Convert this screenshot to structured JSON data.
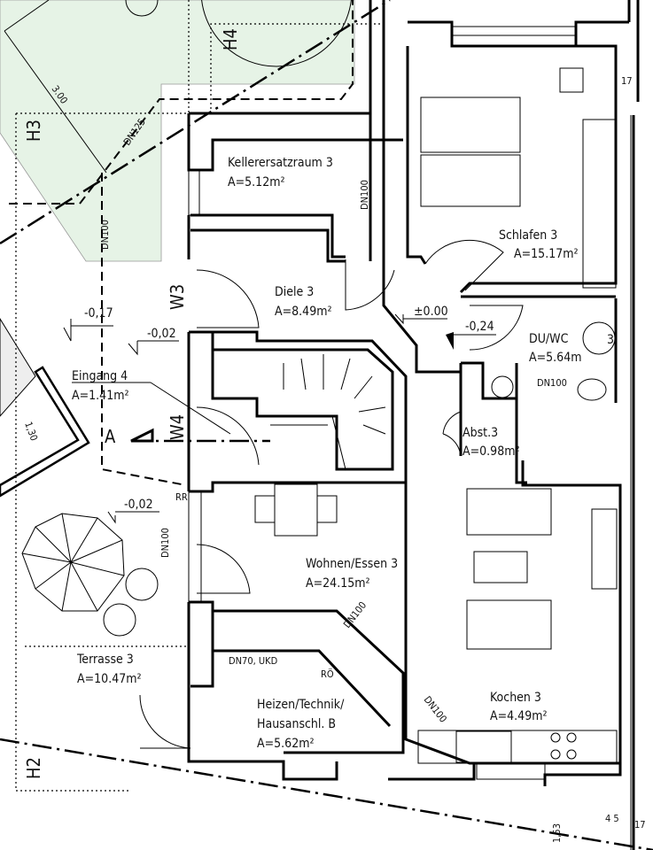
{
  "rooms": {
    "kellerersatzraum": {
      "name": "Kellerersatzraum  3",
      "area": "A=5.12m²"
    },
    "diele": {
      "name": "Diele  3",
      "area": "A=8.49m²"
    },
    "schlafen": {
      "name": "Schlafen  3",
      "area": "A=15.17m²"
    },
    "duwc": {
      "name": "DU/WC",
      "area": "A=5.64m"
    },
    "abst": {
      "name": "Abst.3",
      "area": "A=0.98m²"
    },
    "wohnen": {
      "name": "Wohnen/Essen  3",
      "area": "A=24.15m²"
    },
    "kochen": {
      "name": "Kochen  3",
      "area": "A=4.49m²"
    },
    "heizen": {
      "name1": "Heizen/Technik/",
      "name2": "Hausanschl.  B",
      "area": "A=5.62m²"
    },
    "terrasse": {
      "name": "Terrasse  3",
      "area": "A=10.47m²"
    },
    "eingang": {
      "name": "Eingang  4",
      "area": "A=1.41m²"
    }
  },
  "levels": {
    "l1": "-0,17",
    "l2": "-0,02",
    "l3": "-0,02",
    "l4": "±0.00",
    "l5": "-0,24"
  },
  "markers": {
    "w3": "W3",
    "w4": "W4",
    "a": "A",
    "h2": "H2",
    "h3": "H3",
    "h4": "H4",
    "du_num": "3"
  },
  "annotations": {
    "dim_300": "3.00",
    "dn125": "DN125",
    "dn100_a": "DN100",
    "dn100_b": "DN100",
    "dn100_c": "DN100",
    "dn100_d": "DN100",
    "dn100_e": "DN100",
    "dn100_f": "DN100",
    "dn70": "DN70,  UKD",
    "ro": "RÖ",
    "rr": "RR",
    "dim_17a": "17",
    "dim_153": "1,53",
    "dim_45": "4 5",
    "dim_17b": "17",
    "dim_130": "1,30"
  },
  "colors": {
    "garden": "#e6f3e6",
    "wall": "#000000",
    "neighbor": "#eeeeee"
  }
}
